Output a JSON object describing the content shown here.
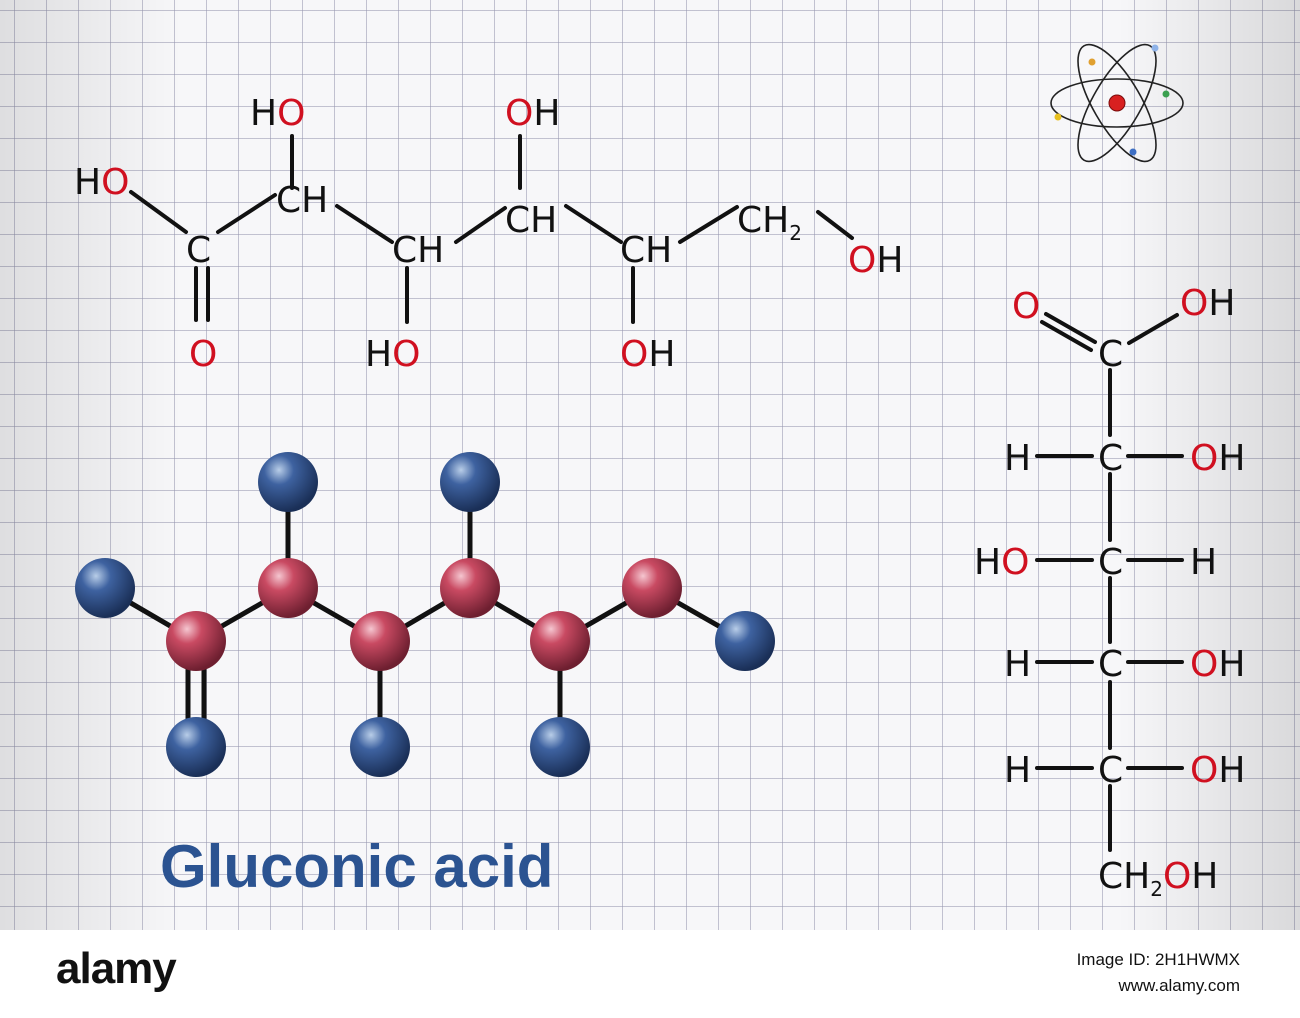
{
  "title": "Gluconic acid",
  "colors": {
    "bond": "#111111",
    "oxygen_label": "#d01020",
    "atom_carbon": "#b8374c",
    "atom_oxygen": "#2c5188",
    "title_color": "#2b5391",
    "grid": "#9696af"
  },
  "labels": {
    "h": "H",
    "o": "O",
    "c": "C",
    "ch": "CH",
    "ch2": "CH",
    "sub2": "2"
  },
  "icons": {
    "atom": "atom-icon"
  },
  "footer": {
    "logo": "alamy",
    "image_id": "Image ID: 2H1HWMX",
    "url": "www.alamy.com"
  }
}
